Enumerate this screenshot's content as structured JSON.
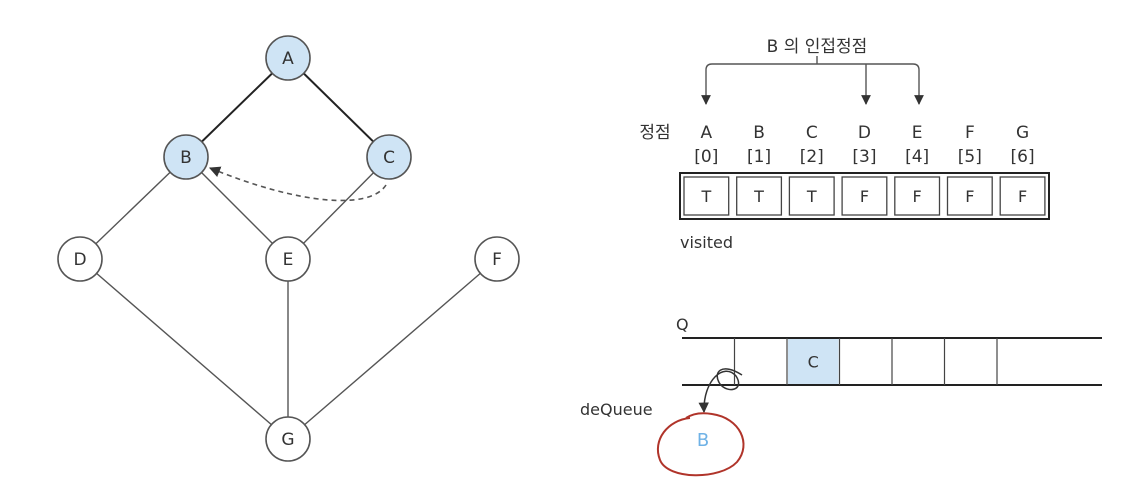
{
  "colors": {
    "visited_node_fill": "#cfe4f5",
    "unvisited_node_fill": "#ffffff",
    "queue_highlight_fill": "#cfe4f5",
    "dequeued_value_color": "#6fb2e6",
    "annotation_red": "#b0342a",
    "stroke": "#555555"
  },
  "graph": {
    "nodes": [
      {
        "id": "A",
        "label": "A",
        "visited": true
      },
      {
        "id": "B",
        "label": "B",
        "visited": true
      },
      {
        "id": "C",
        "label": "C",
        "visited": true
      },
      {
        "id": "D",
        "label": "D",
        "visited": false
      },
      {
        "id": "E",
        "label": "E",
        "visited": false
      },
      {
        "id": "F",
        "label": "F",
        "visited": false
      },
      {
        "id": "G",
        "label": "G",
        "visited": false
      }
    ],
    "edges": [
      {
        "from": "A",
        "to": "B",
        "bold": true
      },
      {
        "from": "A",
        "to": "C",
        "bold": true
      },
      {
        "from": "B",
        "to": "D",
        "bold": false
      },
      {
        "from": "B",
        "to": "E",
        "bold": false
      },
      {
        "from": "C",
        "to": "E",
        "bold": false
      },
      {
        "from": "D",
        "to": "G",
        "bold": false
      },
      {
        "from": "E",
        "to": "G",
        "bold": false
      },
      {
        "from": "F",
        "to": "G",
        "bold": false
      }
    ],
    "traversal_arrow": {
      "from": "C",
      "to": "B",
      "style": "dashed"
    }
  },
  "adjacency": {
    "title": "B 의 인접정점",
    "targets": [
      "A",
      "D",
      "E"
    ]
  },
  "visited_array": {
    "row_label": "정점",
    "caption": "visited",
    "vertices": [
      "A",
      "B",
      "C",
      "D",
      "E",
      "F",
      "G"
    ],
    "indices": [
      "[0]",
      "[1]",
      "[2]",
      "[3]",
      "[4]",
      "[5]",
      "[6]"
    ],
    "values": [
      "T",
      "T",
      "T",
      "F",
      "F",
      "F",
      "F"
    ]
  },
  "queue": {
    "label": "Q",
    "cells": [
      "",
      "",
      "C",
      "",
      "",
      "",
      ""
    ],
    "highlight_index": 2,
    "dequeue_label": "deQueue",
    "dequeued_value": "B"
  }
}
